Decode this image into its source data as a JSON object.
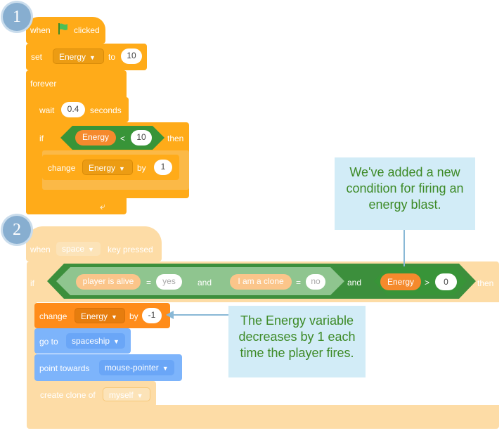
{
  "colors": {
    "events": "#ffbf00",
    "control": "#ffab19",
    "variables": "#ff8c1a",
    "operators": "#59c059",
    "operators_dark": "#389438",
    "motion": "#4c97ff",
    "callout_bg": "#d2ecf7",
    "callout_text": "#3d8a26",
    "badge": "#87aed0"
  },
  "script1": {
    "badge": "1",
    "hat": {
      "when": "when",
      "flag_icon": "green-flag-icon",
      "clicked": "clicked"
    },
    "set": {
      "label": "set",
      "variable": "Energy",
      "to": "to",
      "value": "10"
    },
    "forever": "forever",
    "wait": {
      "label": "wait",
      "value": "0.4",
      "unit": "seconds"
    },
    "if": {
      "label": "if",
      "left": "Energy",
      "op": "<",
      "right": "10",
      "then": "then"
    },
    "change": {
      "label": "change",
      "variable": "Energy",
      "by": "by",
      "value": "1"
    },
    "loop_icon": "loop-arrow-icon"
  },
  "script2": {
    "badge": "2",
    "hat": {
      "when": "when",
      "key": "space",
      "pressed": "key pressed"
    },
    "if": {
      "label": "if",
      "cond1_left": "player is alive",
      "cond1_op": "=",
      "cond1_right": "yes",
      "and1": "and",
      "cond2_left": "I am a clone",
      "cond2_op": "=",
      "cond2_right": "no",
      "and2": "and",
      "cond3_left": "Energy",
      "cond3_op": ">",
      "cond3_right": "0",
      "then": "then"
    },
    "change": {
      "label": "change",
      "variable": "Energy",
      "by": "by",
      "value": "-1"
    },
    "goto": {
      "label": "go to",
      "target": "spaceship"
    },
    "point": {
      "label": "point towards",
      "target": "mouse-pointer"
    },
    "clone": {
      "label": "create clone of",
      "target": "myself"
    }
  },
  "callouts": {
    "top": "We've added a new condition for firing an energy blast.",
    "bottom": "The Energy variable decreases by 1 each time the player fires."
  }
}
